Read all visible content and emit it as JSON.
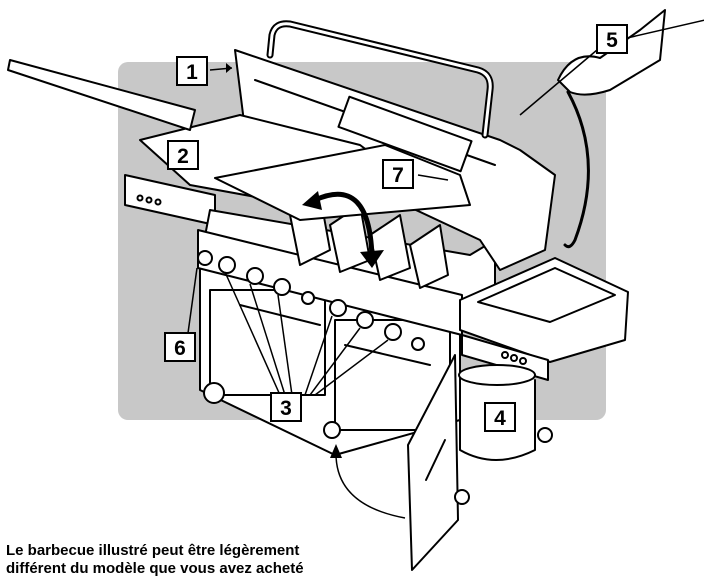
{
  "callouts": {
    "c1": "1",
    "c2": "2",
    "c3": "3",
    "c4": "4",
    "c5": "5",
    "c6": "6",
    "c7": "7"
  },
  "caption": {
    "line1": "Le barbecue illustré peut être légèrement",
    "line2": "différent du modèle que vous avez acheté"
  },
  "colors": {
    "background_panel": "#c8c8c8",
    "line": "#000000",
    "fill": "#ffffff"
  }
}
